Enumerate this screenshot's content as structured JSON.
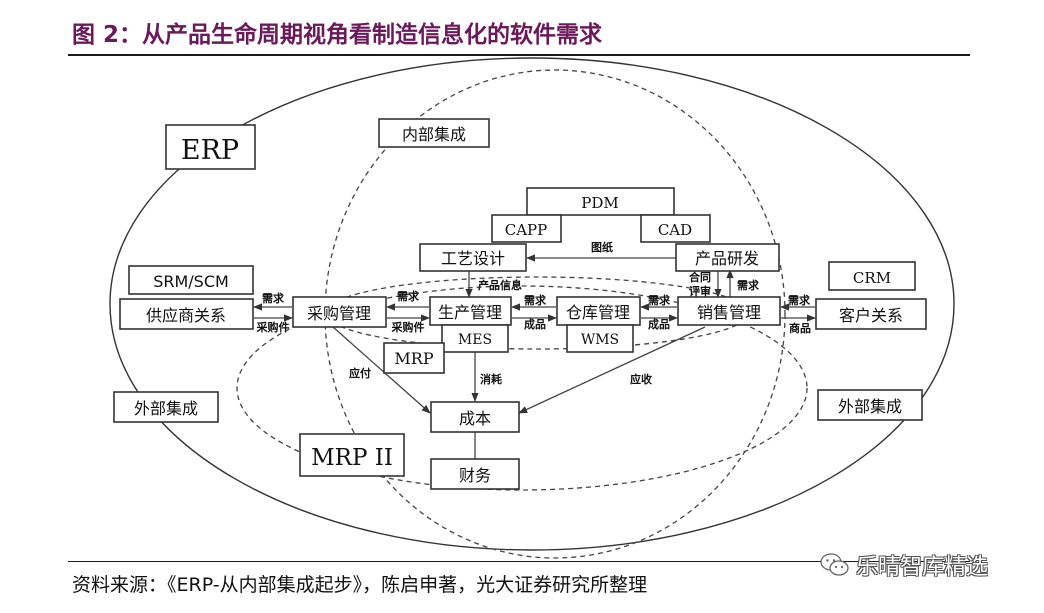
{
  "title": "图 2：从产品生命周期视角看制造信息化的软件需求",
  "source": "资料来源：《ERP-从内部集成起步》，陈启申著，光大证券研究所整理",
  "watermark": "乐晴智库精选",
  "watermark_icon": "wechat-icon",
  "diagram": {
    "regions": {
      "erp": "ERP",
      "internal": "内部集成",
      "external_left": "外部集成",
      "external_right": "外部集成",
      "mrp2": "MRP II"
    },
    "nodes": {
      "pdm": "PDM",
      "capp": "CAPP",
      "cad": "CAD",
      "process_design": "工艺设计",
      "product_rd": "产品研发",
      "srm_scm": "SRM/SCM",
      "crm": "CRM",
      "supplier": "供应商关系",
      "purchasing": "采购管理",
      "production": "生产管理",
      "warehouse": "仓库管理",
      "sales": "销售管理",
      "customer": "客户关系",
      "mes": "MES",
      "wms": "WMS",
      "mrp": "MRP",
      "cost": "成本",
      "finance": "财务"
    },
    "edges": {
      "drawings": "图纸",
      "product_info": "产品信息",
      "contract_review_1": "合同",
      "contract_review_2": "评审",
      "demand_rd": "需求",
      "demand_supplier": "需求",
      "purchased_parts_supplier": "采购件",
      "demand_purchase": "需求",
      "purchased_parts_production": "采购件",
      "demand_production": "需求",
      "finished_production": "成品",
      "demand_warehouse": "需求",
      "finished_warehouse": "成品",
      "demand_customer": "需求",
      "goods": "商品",
      "payable": "应付",
      "consumption": "消耗",
      "receivable": "应收"
    }
  }
}
